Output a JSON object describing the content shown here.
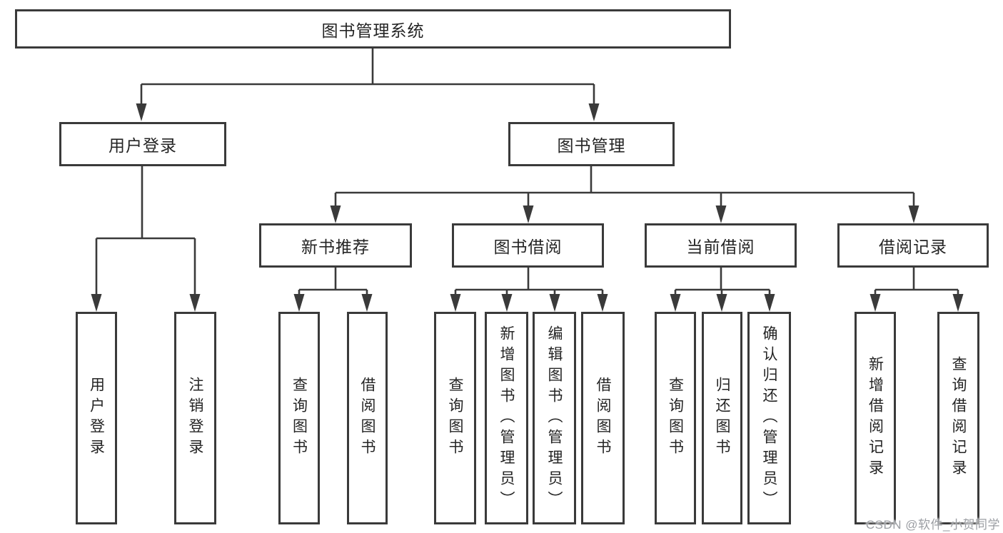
{
  "colors": {
    "line": "#3a3a3a",
    "box_border": "#3a3a3a",
    "box_background": "#ffffff",
    "text": "#242424",
    "watermark": "#9b9ea3"
  },
  "watermark": {
    "text": "CSDN @软件_小贺同学"
  },
  "tree": {
    "root": "图书管理系统",
    "user_login": {
      "label": "用户登录",
      "children": [
        "用户登录",
        "注销登录"
      ]
    },
    "book_mgmt": {
      "label": "图书管理",
      "sections": [
        {
          "label": "新书推荐",
          "children": [
            "查询图书",
            "借阅图书"
          ]
        },
        {
          "label": "图书借阅",
          "children": [
            "查询图书",
            "新增图书（管理员）",
            "编辑图书（管理员）",
            "借阅图书"
          ]
        },
        {
          "label": "当前借阅",
          "children": [
            "查询图书",
            "归还图书",
            "确认归还（管理员）"
          ]
        },
        {
          "label": "借阅记录",
          "children": [
            "新增借阅记录",
            "查询借阅记录"
          ]
        }
      ]
    }
  }
}
